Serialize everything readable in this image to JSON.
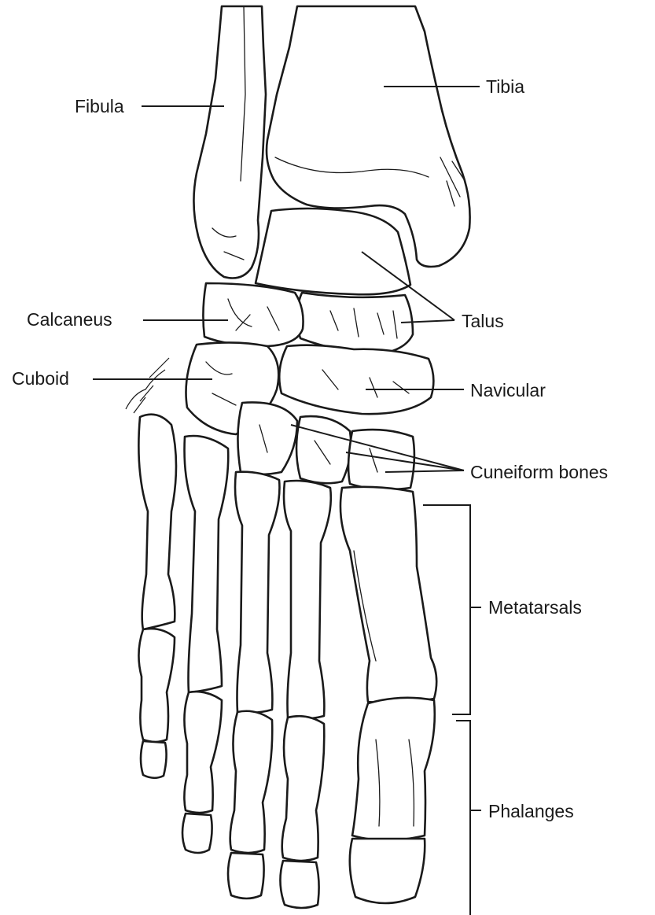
{
  "labels": {
    "fibula": "Fibula",
    "tibia": "Tibia",
    "calcaneus": "Calcaneus",
    "talus": "Talus",
    "cuboid": "Cuboid",
    "navicular": "Navicular",
    "cuneiform": "Cuneiform bones",
    "metatarsals": "Metatarsals",
    "phalanges": "Phalanges"
  },
  "colors": {
    "line": "#1a1a1a",
    "fill": "#ffffff",
    "background": "#ffffff"
  }
}
